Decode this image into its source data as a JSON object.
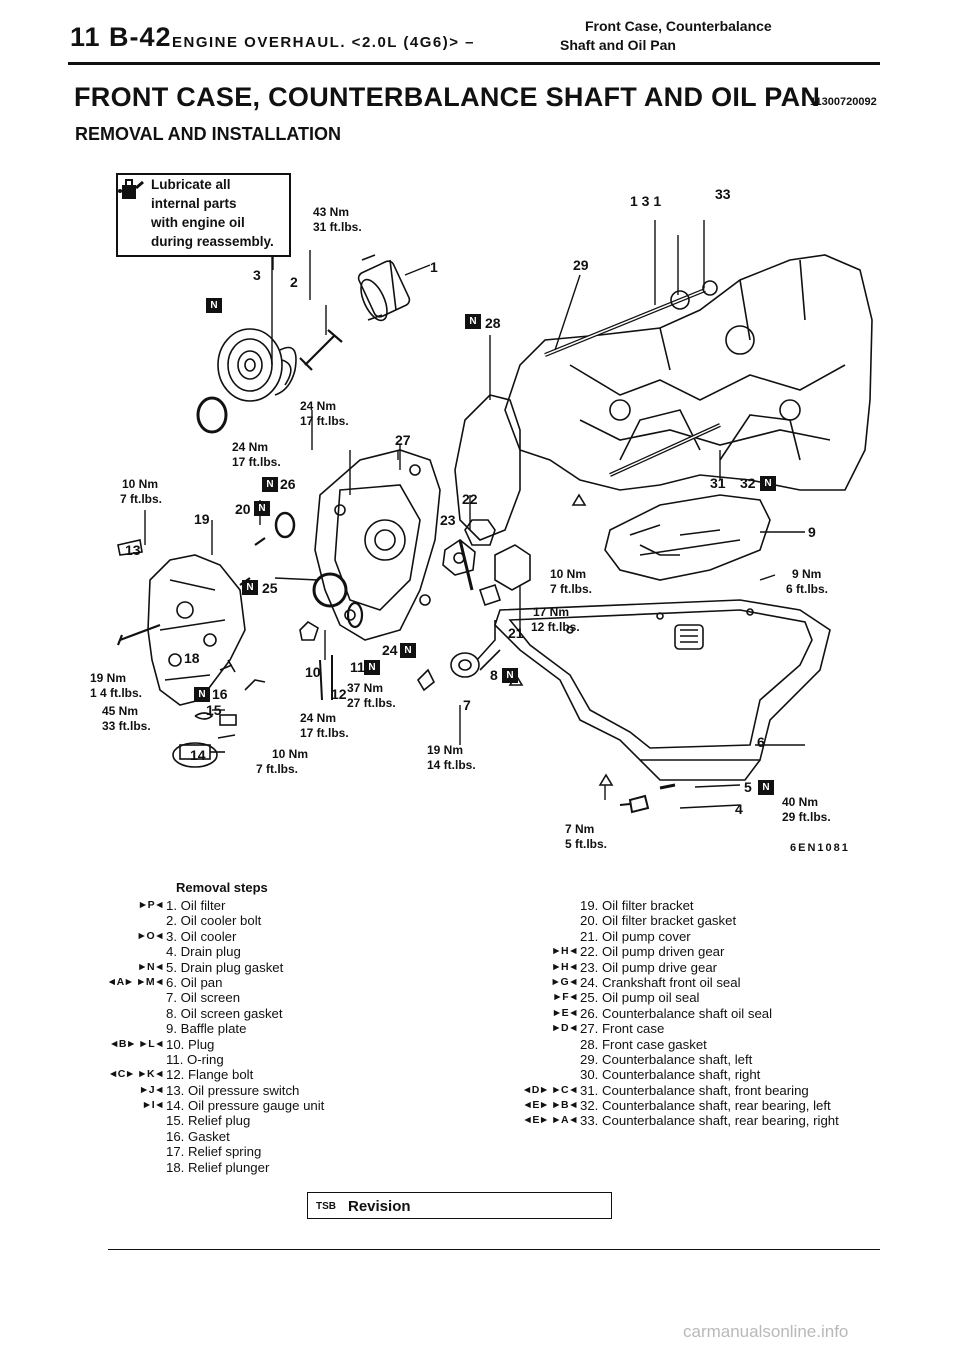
{
  "header": {
    "page": "11 B-42",
    "section": "ENGINE OVERHAUL. <2.0L (4G6)> –",
    "topic_line1": "Front Case, Counterbalance",
    "topic_line2": "Shaft and Oil Pan"
  },
  "title": "FRONT CASE, COUNTERBALANCE SHAFT AND OIL PAN",
  "doc_number": "11300720092",
  "subtitle": "REMOVAL AND INSTALLATION",
  "note": {
    "lines": [
      "Lubricate all",
      "internal parts",
      "with engine oil",
      "during reassembly."
    ]
  },
  "diagram": {
    "figure_code": "6EN1081",
    "new_part_mark": "N",
    "callouts": [
      {
        "id": "c1",
        "text": "1"
      },
      {
        "id": "c2",
        "text": "2"
      },
      {
        "id": "c3",
        "text": "3"
      },
      {
        "id": "c4",
        "text": "4"
      },
      {
        "id": "c5",
        "text": "5"
      },
      {
        "id": "c6",
        "text": "6"
      },
      {
        "id": "c7",
        "text": "7"
      },
      {
        "id": "c8",
        "text": "8"
      },
      {
        "id": "c9",
        "text": "9"
      },
      {
        "id": "c10",
        "text": "10"
      },
      {
        "id": "c11",
        "text": "11"
      },
      {
        "id": "c12",
        "text": "12"
      },
      {
        "id": "c13",
        "text": "13"
      },
      {
        "id": "c14",
        "text": "14"
      },
      {
        "id": "c15",
        "text": "15"
      },
      {
        "id": "c16",
        "text": "16"
      },
      {
        "id": "c18",
        "text": "18"
      },
      {
        "id": "c19",
        "text": "19"
      },
      {
        "id": "c20",
        "text": "20"
      },
      {
        "id": "c21",
        "text": "21"
      },
      {
        "id": "c22",
        "text": "22"
      },
      {
        "id": "c23",
        "text": "23"
      },
      {
        "id": "c24",
        "text": "24"
      },
      {
        "id": "c25",
        "text": "25"
      },
      {
        "id": "c26",
        "text": "26"
      },
      {
        "id": "c27",
        "text": "27"
      },
      {
        "id": "c28",
        "text": "28"
      },
      {
        "id": "c29",
        "text": "29"
      },
      {
        "id": "c31",
        "text": "31"
      },
      {
        "id": "c32",
        "text": "32"
      },
      {
        "id": "c33",
        "text": "33"
      },
      {
        "id": "c131",
        "text": "1 3 1"
      }
    ],
    "torques": [
      {
        "id": "t1",
        "nm": "43 Nm",
        "lbs": "31 ft.lbs."
      },
      {
        "id": "t2",
        "nm": "24 Nm",
        "lbs": "17 ft.lbs."
      },
      {
        "id": "t3",
        "nm": "24 Nm",
        "lbs": "17 ft.lbs."
      },
      {
        "id": "t4",
        "nm": "10 Nm",
        "lbs": "7 ft.lbs."
      },
      {
        "id": "t5",
        "nm": "10 Nm",
        "lbs": "7 ft.lbs."
      },
      {
        "id": "t6",
        "nm": "9 Nm",
        "lbs": "6 ft.lbs."
      },
      {
        "id": "t7",
        "nm": "17 Nm",
        "lbs": "12 ft.lbs."
      },
      {
        "id": "t8",
        "nm": "19 Nm",
        "lbs": "1 4 ft.lbs."
      },
      {
        "id": "t9",
        "nm": "45 Nm",
        "lbs": "33 ft.lbs."
      },
      {
        "id": "t10",
        "nm": "37 Nm",
        "lbs": "27 ft.lbs."
      },
      {
        "id": "t11",
        "nm": "24 Nm",
        "lbs": "17 ft.lbs."
      },
      {
        "id": "t12",
        "nm": "10 Nm",
        "lbs": "7 ft.lbs."
      },
      {
        "id": "t13",
        "nm": "19 Nm",
        "lbs": "14 ft.lbs."
      },
      {
        "id": "t14",
        "nm": "40 Nm",
        "lbs": "29 ft.lbs."
      },
      {
        "id": "t15",
        "nm": "7 Nm",
        "lbs": "5 ft.lbs."
      }
    ]
  },
  "steps_title": "Removal steps",
  "steps_left": [
    {
      "refs": "►P◄",
      "text": "1. Oil filter"
    },
    {
      "refs": "",
      "text": "2. Oil cooler bolt"
    },
    {
      "refs": "►O◄",
      "text": "3. Oil cooler"
    },
    {
      "refs": "",
      "text": "4. Drain plug"
    },
    {
      "refs": "►N◄",
      "text": "5. Drain plug gasket"
    },
    {
      "refs": "◄A► ►M◄",
      "text": "6. Oil pan"
    },
    {
      "refs": "",
      "text": "7. Oil screen"
    },
    {
      "refs": "",
      "text": "8. Oil screen gasket"
    },
    {
      "refs": "",
      "text": "9. Baffle plate"
    },
    {
      "refs": "◄B► ►L◄",
      "text": "10. Plug"
    },
    {
      "refs": "",
      "text": "11. O-ring"
    },
    {
      "refs": "◄C► ►K◄",
      "text": "12. Flange bolt"
    },
    {
      "refs": "►J◄",
      "text": "13. Oil pressure switch"
    },
    {
      "refs": "►I◄",
      "text": "14. Oil pressure gauge unit"
    },
    {
      "refs": "",
      "text": "15. Relief plug"
    },
    {
      "refs": "",
      "text": "16. Gasket"
    },
    {
      "refs": "",
      "text": "17. Relief spring"
    },
    {
      "refs": "",
      "text": "18. Relief plunger"
    }
  ],
  "steps_right": [
    {
      "refs": "",
      "text": "19. Oil filter bracket"
    },
    {
      "refs": "",
      "text": "20. Oil filter bracket gasket"
    },
    {
      "refs": "",
      "text": "21. Oil pump cover"
    },
    {
      "refs": "►H◄",
      "text": "22. Oil pump driven gear"
    },
    {
      "refs": "►H◄",
      "text": "23. Oil pump drive gear"
    },
    {
      "refs": "►G◄",
      "text": "24. Crankshaft front oil seal"
    },
    {
      "refs": "►F◄",
      "text": "25. Oil pump oil seal"
    },
    {
      "refs": "►E◄",
      "text": "26. Counterbalance shaft oil seal"
    },
    {
      "refs": "►D◄",
      "text": "27. Front case"
    },
    {
      "refs": "",
      "text": "28. Front case gasket"
    },
    {
      "refs": "",
      "text": "29. Counterbalance shaft, left"
    },
    {
      "refs": "",
      "text": "30. Counterbalance shaft, right"
    },
    {
      "refs": "◄D► ►C◄",
      "text": "31. Counterbalance shaft, front bearing"
    },
    {
      "refs": "◄E► ►B◄",
      "text": "32. Counterbalance shaft, rear bearing, left"
    },
    {
      "refs": "◄E► ►A◄",
      "text": "33. Counterbalance shaft, rear bearing, right"
    }
  ],
  "tsb": {
    "prefix": "TSB",
    "label": "Revision"
  },
  "watermark": "carmanualsonline.info"
}
